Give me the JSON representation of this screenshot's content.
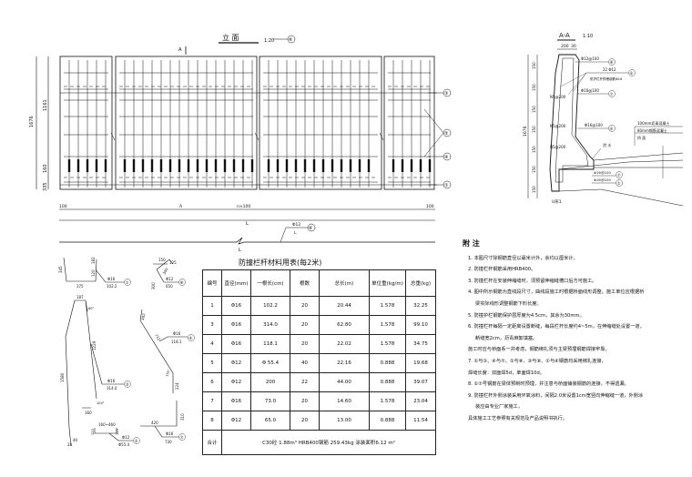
{
  "elevation": {
    "title": "立 面",
    "scale": "1:20",
    "section_mark": "A",
    "dims_left": [
      "1161",
      "160",
      "335"
    ],
    "dim_total_left": "1676",
    "dims_bottom": [
      "100",
      "n×100",
      "100"
    ],
    "dim_length": "L",
    "callouts": [
      "⑥",
      "③",
      "⑤",
      "④",
      "①"
    ],
    "bar6_label": "Φ12",
    "bar6_len": "L",
    "bar6_callout": "⑥"
  },
  "section": {
    "title": "A-A",
    "scale": "1:10",
    "dims_top": [
      "200",
      "30"
    ],
    "dims_left": [
      "150",
      "150",
      "150",
      "150",
      "150",
      "150",
      "150"
    ],
    "dim_total": "1676",
    "labels": [
      "Φ12@100",
      "22 Φ12",
      "防护栏杆预埋钢筋Φ16",
      "Φ16@100",
      "N5@200",
      "N5@200",
      "Φ16@100",
      "100mm沥青混凝土",
      "80mm钢筋混凝土",
      "桥 面",
      "N5@200",
      "泄 水",
      "Φ16@100",
      "Φ16@100"
    ],
    "callouts": [
      "⑧",
      "⑥",
      "⑦",
      "⑥",
      "⑦",
      "①"
    ],
    "bottom_label": "U形1"
  },
  "bar_shapes": {
    "bar1": {
      "dims": [
        "345",
        "375",
        "120",
        "182"
      ],
      "dia": "Φ16",
      "len": "102.2",
      "callout": "①"
    },
    "bar3": {
      "dims": [
        "187",
        "1229",
        "1580",
        "160",
        "24",
        "40"
      ],
      "angles": [
        "80°",
        "104°"
      ],
      "dia": "Φ16",
      "len": "314.0",
      "callout": "③"
    },
    "bar8": {
      "dims": [
        "150",
        "125",
        "300",
        "300"
      ],
      "dia": "Φ12",
      "len": "650",
      "callout": "⑧"
    },
    "bar4": {
      "dims": [
        "402",
        "712",
        "224"
      ],
      "angle": "155°",
      "dia": "Φ16",
      "len": "118.1",
      "callout": "④"
    },
    "bar5": {
      "dims": [
        "160~460",
        "120",
        "120"
      ],
      "dia": "Φ12",
      "len": "Φ55.4",
      "callout": "⑤"
    },
    "bar7": {
      "dims": [
        "420",
        "310"
      ],
      "dia": "Φ16",
      "len": "730",
      "callout": "⑦"
    }
  },
  "table": {
    "title": "防撞栏杆材料用表(每2米)",
    "headers": [
      "编号",
      "直径(mm)",
      "一根长(cm)",
      "根数",
      "总长(m)",
      "单位重(kg/m)",
      "总重(kg)"
    ],
    "rows": [
      [
        "1",
        "Φ16",
        "102.2",
        "20",
        "20.44",
        "1.578",
        "32.25"
      ],
      [
        "3",
        "Φ16",
        "314.0",
        "20",
        "62.80",
        "1.578",
        "99.10"
      ],
      [
        "4",
        "Φ16",
        "118.1",
        "20",
        "22.02",
        "1.578",
        "34.75"
      ],
      [
        "5",
        "Φ12",
        "Φ 55.4",
        "40",
        "22.16",
        "0.888",
        "19.68"
      ],
      [
        "6",
        "Φ12",
        "200",
        "22",
        "44.00",
        "0.888",
        "39.07"
      ],
      [
        "7",
        "Φ16",
        "73.0",
        "20",
        "14.60",
        "1.578",
        "23.04"
      ],
      [
        "8",
        "Φ12",
        "65.0",
        "20",
        "13.00",
        "0.888",
        "11.54"
      ]
    ],
    "total_label": "合计",
    "total_text": "C30砼  1.88m³  HRB400钢筋 259.43kg  涂装面积6.12 m²"
  },
  "notes": {
    "heading": "附 注",
    "items": [
      "1.  本图尺寸除钢筋直径以毫米计外，余均以厘米计。",
      "2.  防撞栏杆钢筋采用HRB400。",
      "3.  防撞栏杆在安装伸缩缝时，须预留伸缩缝槽口后方可施工。",
      "4.  图中所示钢筋为直线段尺寸，曲线段施工时根据桥面线形调整，施工单位应根据桥梁实际线形调整钢筋下料长度。",
      "5.  防撞护栏钢筋保护层厚度为4.5cm，其余为30mm。",
      "6.  防撞栏杆每隔一定距离设置断缝，每段栏杆长度约4~5m，在伸缩缝处设置一道，断缝宽2cm，沥青麻絮填塞。",
      "    施工时应与桥面系一并考虑，钢筋绑扎须与主梁预埋钢筋焊接牢靠。",
      "7.  ①与③、④与⑦、①与⑧、③与⑧、①与④钢筋均采用绑扎连接，",
      "    焊缝长度：双面焊5d，单面焊10d。",
      "8.  ①⑦号钢筋在梁体预制时预埋，并注意与桥面铺装钢筋的连接，不得遗漏。",
      "9.  防撞栏杆外侧涂装采用环氧涂料，间隔2.0米设置1cm宽竖向伸缩缝一道，外侧涂装应由专业厂家施工，",
      "    具体施工工艺参照有关规范及产品说明书执行。"
    ]
  }
}
